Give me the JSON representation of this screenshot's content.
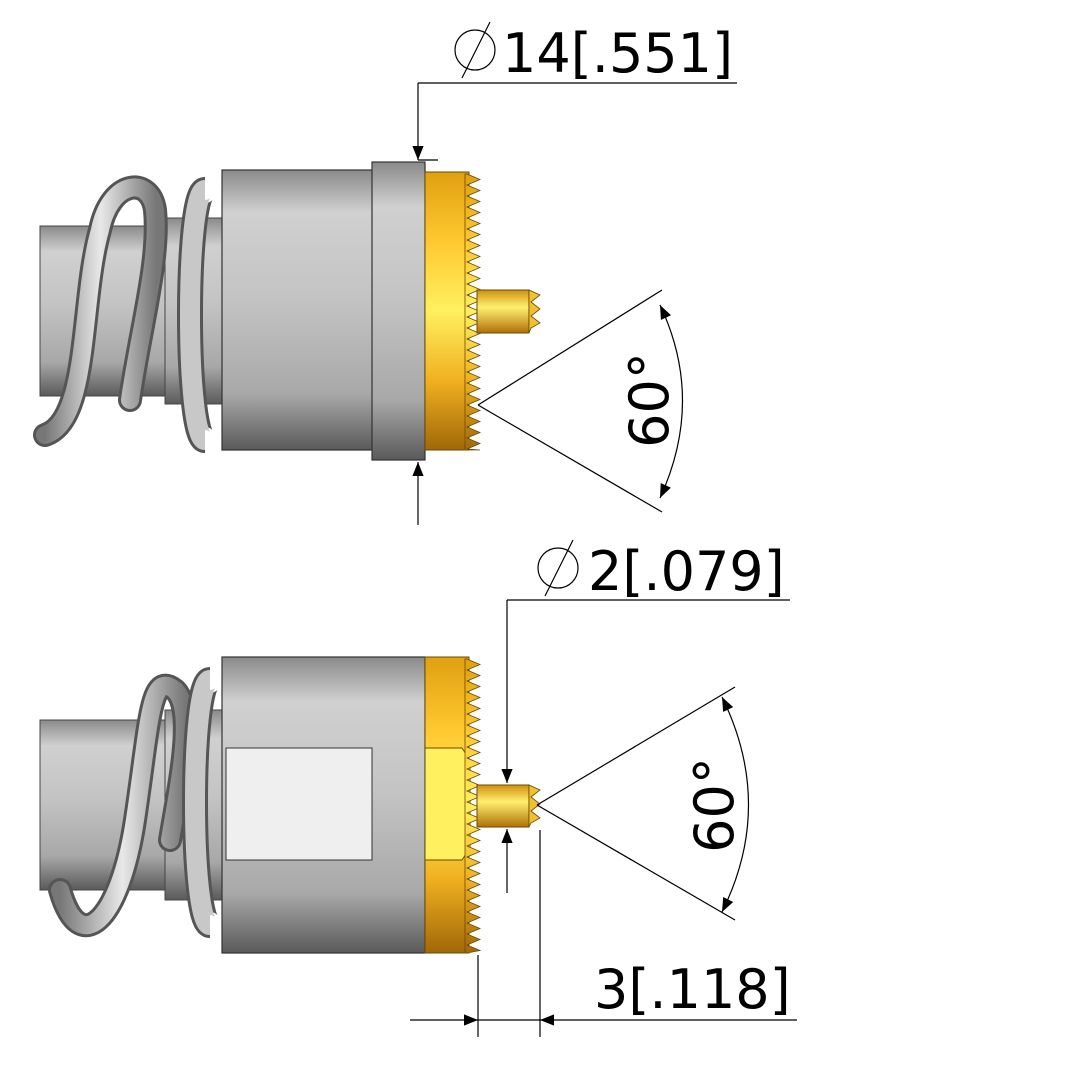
{
  "top_view": {
    "diameter_symbol": "Ø",
    "diameter_label": "14[.551]",
    "angle_label": "60°"
  },
  "bottom_view": {
    "diameter_symbol": "Ø",
    "diameter_label": "2[.079]",
    "angle_label": "60°",
    "length_label": "3[.118]"
  },
  "colors": {
    "gold": "#f0b020",
    "gold_light": "#fff060",
    "steel": "#b8b8b8"
  }
}
